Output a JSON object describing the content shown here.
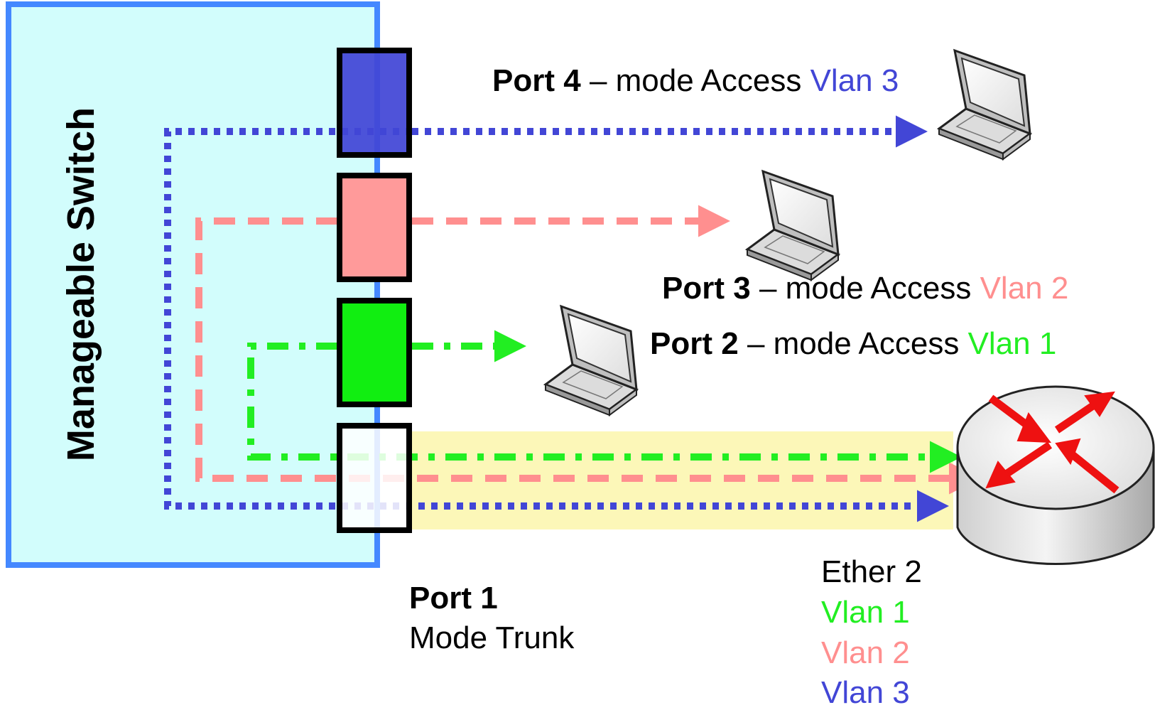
{
  "switch": {
    "title": "Manageable Switch"
  },
  "ports": {
    "port4": {
      "name": "Port 4",
      "sep": "–",
      "mode": "mode Access",
      "vlan": "Vlan 3"
    },
    "port3": {
      "name": "Port 3",
      "sep": "–",
      "mode": "mode Access",
      "vlan": "Vlan 2"
    },
    "port2": {
      "name": "Port 2",
      "sep": "–",
      "mode": "mode Access",
      "vlan": "Vlan 1"
    },
    "port1": {
      "name": "Port 1",
      "mode": "Mode Trunk"
    }
  },
  "router": {
    "interface": "Ether 2",
    "vlans": [
      "Vlan 1",
      "Vlan 2",
      "Vlan 3"
    ]
  },
  "colors": {
    "vlan1": "#22ee22",
    "vlan2": "#ff8f8f",
    "vlan3": "#4246d6",
    "switch_fill": "#d2fdfc",
    "switch_border": "#4488ff",
    "trunk_highlight": "#fcf7b8",
    "router_arrows": "#ee1111"
  },
  "icons": {
    "laptops": [
      "laptop-icon",
      "laptop-icon",
      "laptop-icon"
    ],
    "router": "router-icon"
  }
}
